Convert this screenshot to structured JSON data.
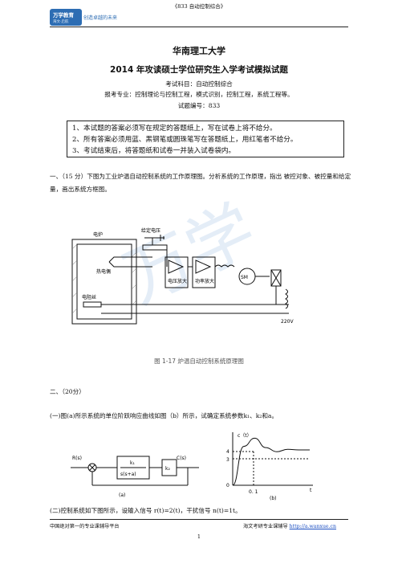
{
  "header": {
    "logo_text": "万学教育",
    "logo_sub": "海文·启航",
    "slogan": "创造卓越的未来",
    "title": "《833 自动控制综合》"
  },
  "doc": {
    "school": "华南理工大学",
    "exam_title": "2014 年攻读硕士学位研究生入学考试模拟试题",
    "subject": "考试科目：自动控制综合",
    "majors": "报考专业：控制理论与控制工程，模式识别，控制工程，系统工程等。",
    "code": "试题编号：833"
  },
  "notice": [
    "1、本试题的答案必须写在规定的答题纸上，写在试卷上将不给分。",
    "2、所有答案必须用蓝、黑钢笔或圆珠笔写在答题纸上，用红笔者不给分。",
    "3、考试结束后，将答题纸和试卷一并装入试卷袋内。"
  ],
  "q1": {
    "text": "一、（15 分）下图为工业炉温自动控制系统的工作原理图。分析系统的工作原理，指出 被控对象、被控量和给定量，画出系统方框图。"
  },
  "fig1": {
    "furnace": "电炉",
    "setpoint": "给定电压",
    "thermocouple": "热电偶",
    "voltage_amp": "电压放大",
    "power_amp": "功率放大",
    "motor": "SM",
    "heater": "电阻丝",
    "supply": "220V",
    "caption": "图 1-17  炉温自动控制系统原理图"
  },
  "q2": {
    "heading": "二、（20分）",
    "part1": "(一)图(a)所示系统的单位阶跃响应曲线如图（b）所示，试确定系统参数k₁、k₂和a。",
    "part2": "(二)控制系统如下图所示，设输入信号 r(t)=2(t)，干扰信号 n(t)=1t。"
  },
  "fig2": {
    "input": "R(s)",
    "output": "C(s)",
    "k1": "k₁",
    "tf_den": "s(s+a)",
    "k2": "k₂",
    "label_a": "(a)",
    "yaxis": "c（t）",
    "y_hi": "4",
    "y_mid": "3",
    "origin": "0",
    "t_peak": "0. 1",
    "xaxis": "t",
    "label_b": "(b)"
  },
  "chart_data": {
    "type": "line",
    "title": "",
    "xlabel": "t",
    "ylabel": "c（t）",
    "x": [
      0,
      0.05,
      0.1,
      0.15,
      0.2,
      0.25,
      0.3,
      0.35
    ],
    "values": [
      0,
      3.3,
      4,
      3.2,
      2.85,
      3.05,
      3.0,
      3.0
    ],
    "ylim": [
      0,
      4.5
    ],
    "annotations": [
      "4",
      "3",
      "0. 1"
    ]
  },
  "footer": {
    "left": "中国绝对第一的专业课辅导平台",
    "right_prefix": "海文考研专业课辅导",
    "link": "http://a.wanxue.cn",
    "page": "1"
  },
  "watermark": "万学"
}
